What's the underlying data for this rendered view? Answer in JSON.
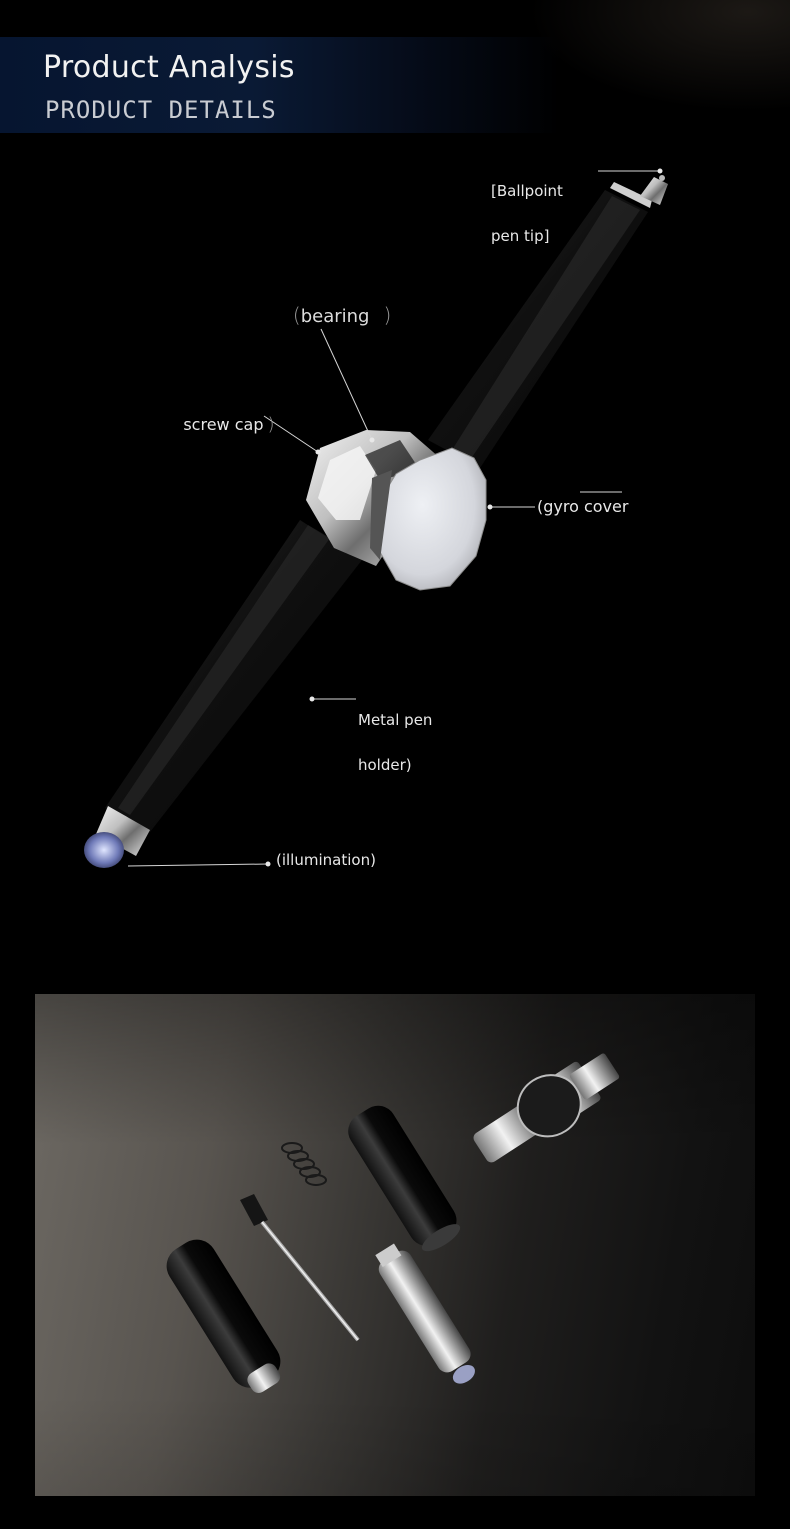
{
  "header": {
    "title": "Product Analysis",
    "subtitle": "PRODUCT DETAILS"
  },
  "diagram": {
    "subject": "spinning gyro pen",
    "callouts": [
      {
        "id": "ballpoint",
        "line1": "[Ballpoint",
        "line2": "pen tip]"
      },
      {
        "id": "bearing",
        "text": "bearing"
      },
      {
        "id": "screw-cap",
        "text": "screw cap"
      },
      {
        "id": "gyro-cover",
        "text": "(gyro cover"
      },
      {
        "id": "metal-holder",
        "line1": "Metal pen",
        "line2": "holder)"
      },
      {
        "id": "illumination",
        "text": "(illumination)"
      }
    ]
  },
  "photo": {
    "subject": "disassembled pen parts",
    "parts": [
      "spring",
      "ink refill",
      "upper barrel",
      "lower barrel",
      "gyro spinner core",
      "LED light module"
    ]
  },
  "colors": {
    "background": "#000000",
    "header_band": "#0a1a35",
    "title_text": "#f2f2f2",
    "subtitle_text": "#c9ccd2",
    "callout_text": "#e8e8e8"
  }
}
